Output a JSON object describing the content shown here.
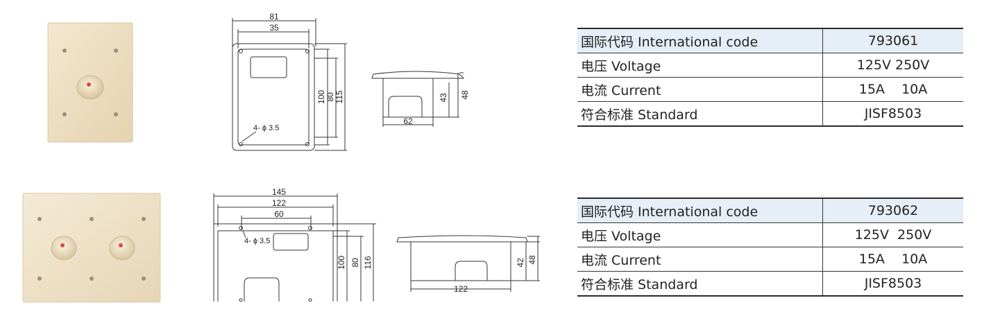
{
  "products": [
    {
      "drawing_front": {
        "width": "81",
        "inner_width": "35",
        "height_outer": "115",
        "height_mid": "100",
        "height_inner": "80",
        "holes": "4- ϕ 3.5"
      },
      "drawing_side": {
        "width": "62",
        "height": "43",
        "height_total": "48"
      },
      "specs": [
        {
          "label": "国际代码 International code",
          "value": "793061"
        },
        {
          "label": "电压 Voltage",
          "value": "125V  250V"
        },
        {
          "label": "电流 Current",
          "value": "15A    10A"
        },
        {
          "label": "符合标准 Standard",
          "value": "JISF8503"
        }
      ]
    },
    {
      "drawing_front": {
        "width": "145",
        "inner_width": "122",
        "hole_span": "60",
        "height_outer": "116",
        "height_mid": "100",
        "height_inner": "80",
        "holes": "4- ϕ 3.5"
      },
      "drawing_side": {
        "width": "122",
        "height": "42",
        "height_total": "48"
      },
      "specs": [
        {
          "label": "国际代码 International code",
          "value": "793062"
        },
        {
          "label": "电压 Voltage",
          "value": "125V  250V"
        },
        {
          "label": "电流 Current",
          "value": "15A    10A"
        },
        {
          "label": "符合标准 Standard",
          "value": "JISF8503"
        }
      ]
    }
  ]
}
